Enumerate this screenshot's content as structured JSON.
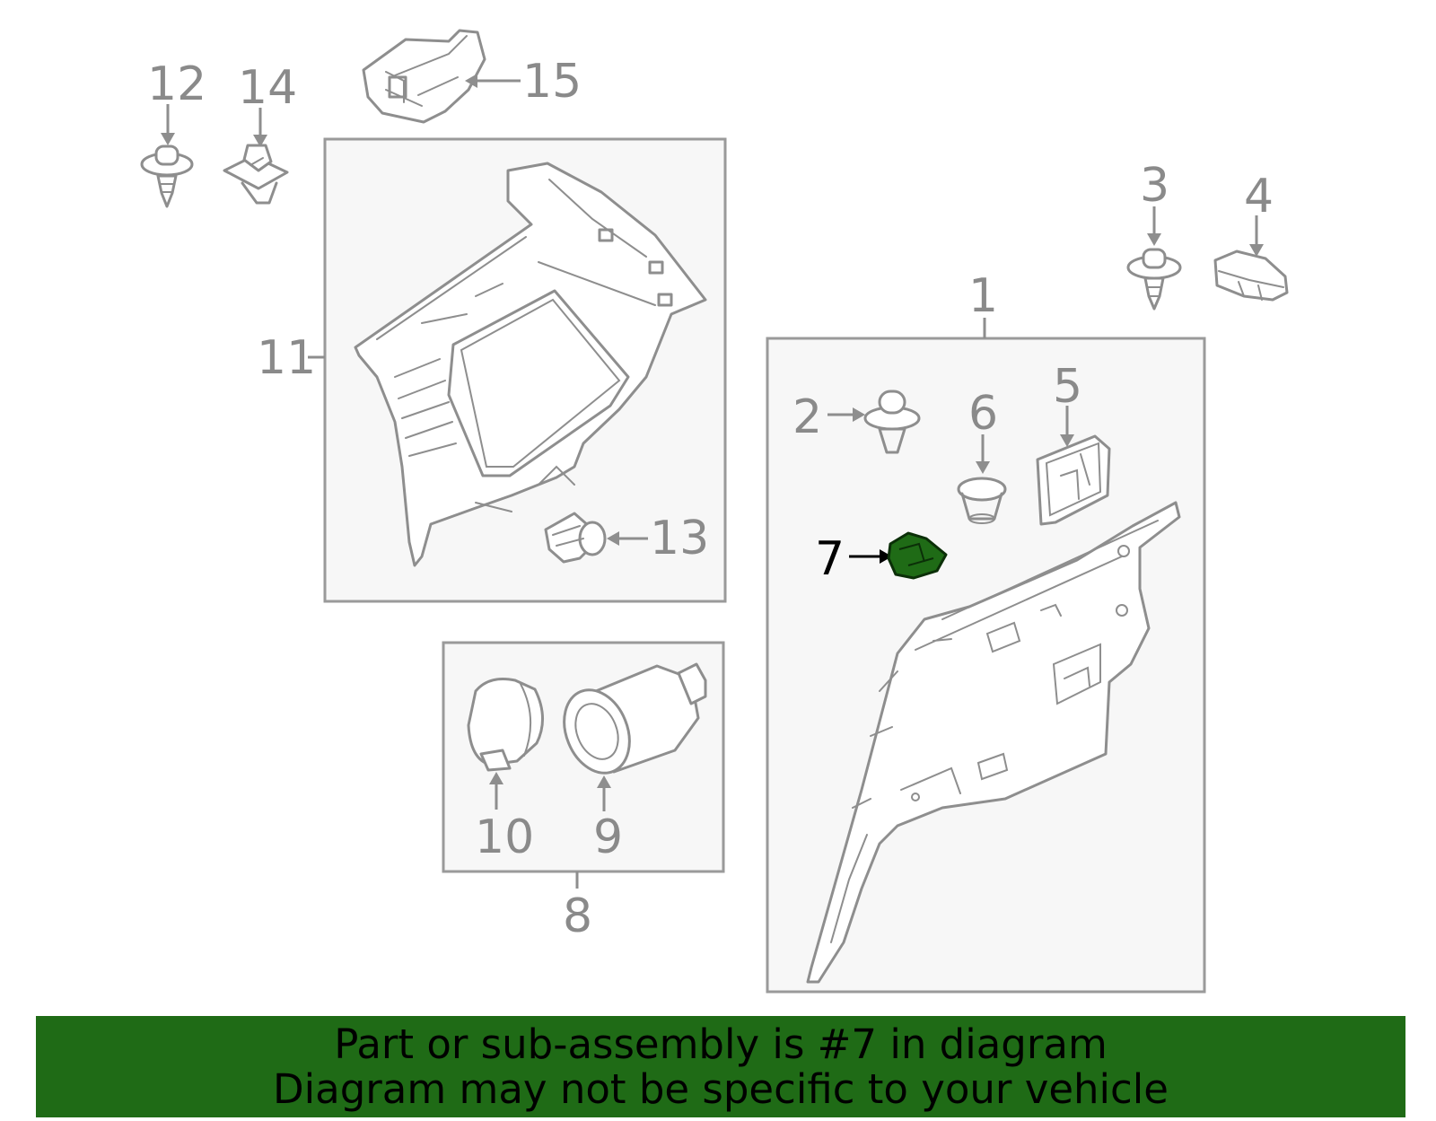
{
  "callouts": {
    "c1": "1",
    "c2": "2",
    "c3": "3",
    "c4": "4",
    "c5": "5",
    "c6": "6",
    "c7": "7",
    "c8": "8",
    "c9": "9",
    "c10": "10",
    "c11": "11",
    "c12": "12",
    "c13": "13",
    "c14": "14",
    "c15": "15"
  },
  "highlighted_part": "7",
  "colors": {
    "highlight": "#1f6b16",
    "banner": "#1f6b16",
    "line_art": "#8e8e8e",
    "group_box_fill": "#f7f7f7"
  },
  "banner": {
    "line1": "Part or sub-assembly is #7 in diagram",
    "line2": "Diagram may not be specific to your vehicle"
  }
}
